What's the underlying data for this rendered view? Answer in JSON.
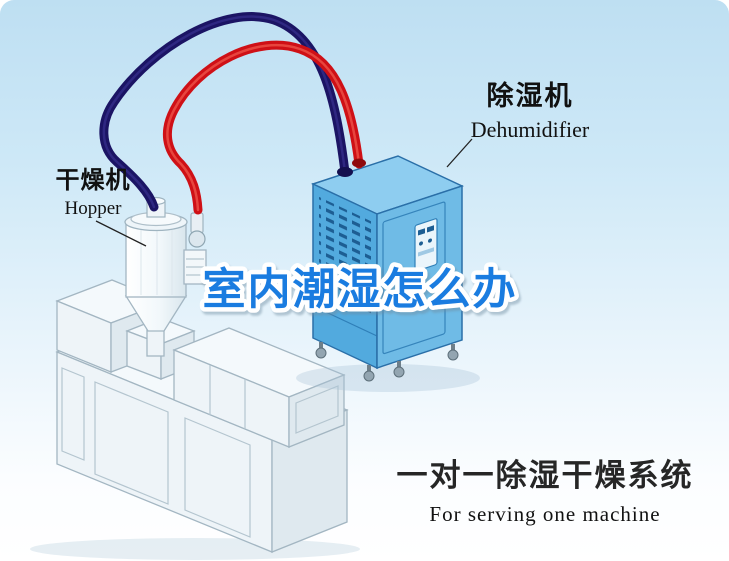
{
  "labels": {
    "hopper_zh": "干燥机",
    "hopper_en": "Hopper",
    "dehumidifier_zh": "除湿机",
    "dehumidifier_en": "Dehumidifier",
    "watermark": "室内潮湿怎么办",
    "caption_zh": "一对一除湿干燥系统",
    "caption_en": "For serving one machine"
  },
  "colors": {
    "background_top": "#bedff2",
    "background_bottom": "#ffffff",
    "watermark_blue": "#1a7ce0",
    "dehumidifier_body_blue": "#52aade",
    "dehumidifier_top_blue": "#8ecdf0",
    "vent_blue": "#1d5e93",
    "hose_red": "#cf1016",
    "hose_navy": "#1b1464",
    "machine_white": "#f4f9fc",
    "label_text": "#111111"
  },
  "icons": {
    "dehumidifier_illustration": "dehumidifier-unit",
    "hopper_illustration": "hopper-dryer",
    "extruder_illustration": "molding-machine",
    "hose_red_name": "dry-air-hose-red",
    "hose_navy_name": "return-air-hose-navy"
  }
}
